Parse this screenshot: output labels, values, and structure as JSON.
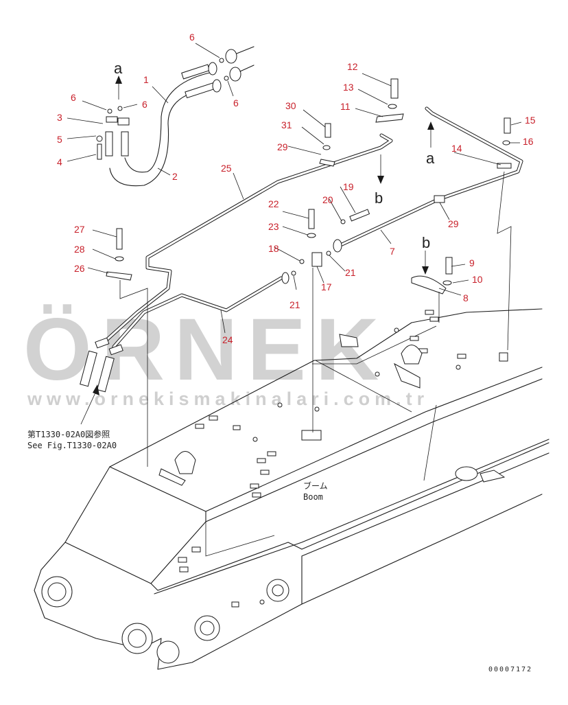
{
  "watermark": {
    "brand": "ÖRNEK",
    "url": "www.ornekismakinalari.com.tr"
  },
  "diagram": {
    "part_labels": [
      {
        "id": "p1",
        "text": "1"
      },
      {
        "id": "p2",
        "text": "2"
      },
      {
        "id": "p3",
        "text": "3"
      },
      {
        "id": "p4",
        "text": "4"
      },
      {
        "id": "p5",
        "text": "5"
      },
      {
        "id": "p6a",
        "text": "6"
      },
      {
        "id": "p6b",
        "text": "6"
      },
      {
        "id": "p6c",
        "text": "6"
      },
      {
        "id": "p6d",
        "text": "6"
      },
      {
        "id": "p7",
        "text": "7"
      },
      {
        "id": "p8",
        "text": "8"
      },
      {
        "id": "p9",
        "text": "9"
      },
      {
        "id": "p10",
        "text": "10"
      },
      {
        "id": "p11",
        "text": "11"
      },
      {
        "id": "p12",
        "text": "12"
      },
      {
        "id": "p13",
        "text": "13"
      },
      {
        "id": "p14",
        "text": "14"
      },
      {
        "id": "p15",
        "text": "15"
      },
      {
        "id": "p16",
        "text": "16"
      },
      {
        "id": "p17",
        "text": "17"
      },
      {
        "id": "p18",
        "text": "18"
      },
      {
        "id": "p19",
        "text": "19"
      },
      {
        "id": "p20",
        "text": "20"
      },
      {
        "id": "p21a",
        "text": "21"
      },
      {
        "id": "p21b",
        "text": "21"
      },
      {
        "id": "p22",
        "text": "22"
      },
      {
        "id": "p23",
        "text": "23"
      },
      {
        "id": "p24",
        "text": "24"
      },
      {
        "id": "p25",
        "text": "25"
      },
      {
        "id": "p26",
        "text": "26"
      },
      {
        "id": "p27",
        "text": "27"
      },
      {
        "id": "p28",
        "text": "28"
      },
      {
        "id": "p29a",
        "text": "29"
      },
      {
        "id": "p29b",
        "text": "29"
      },
      {
        "id": "p30",
        "text": "30"
      },
      {
        "id": "p31",
        "text": "31"
      }
    ],
    "connection_letters": [
      {
        "id": "a1",
        "text": "a"
      },
      {
        "id": "a2",
        "text": "a"
      },
      {
        "id": "b1",
        "text": "b"
      },
      {
        "id": "b2",
        "text": "b"
      }
    ],
    "reference_jp": "第T1330-02A0図参照",
    "reference_en": "See Fig.T1330-02A0",
    "boom_jp": "ブーム",
    "boom_en": "Boom",
    "drawing_code": "00007172"
  }
}
